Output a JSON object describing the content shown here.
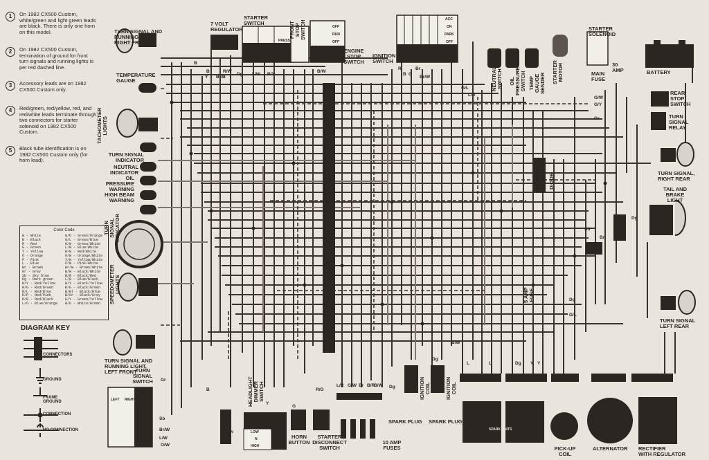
{
  "notes": [
    {
      "num": "1",
      "text": "On 1982 CX500 Custom, white/green and light green leads are black. There is only one horn on this model."
    },
    {
      "num": "2",
      "text": "On 1982 CX500 Custom, termination of ground for front turn signals and running lights is per red dashed line."
    },
    {
      "num": "3",
      "text": "Accessory leads are on 1982 CX500 Custom only."
    },
    {
      "num": "4",
      "text": "Red/green, red/yellow, red, and red/white leads terminate through two connectors for starter solenoid on 1982 CX500 Custom."
    },
    {
      "num": "5",
      "text": "Black tube identification is on 1982 CX500 Custom only (for horn lead)."
    }
  ],
  "color_code": {
    "title": "Color Code",
    "left": [
      "W    - White",
      "B    - Black",
      "R    - Red",
      "G    - Green",
      "Y    - Yellow",
      "O    - Orange",
      "P    - Pink",
      "L    - Blue",
      "Br   - Brown",
      "Gr   - Grey",
      "Sb   - Sky blue",
      "Dg   - Dark green",
      "R/Y  - Red/Yellow",
      "R/G  - Red/Green",
      "R/L  - Red/Blue",
      "R/P  - Red/Pink",
      "R/B  - Red/Black",
      "L/O  - Blue/Orange"
    ],
    "right": [
      "G/O  - Green/Orange",
      "G/L  - Green/Blue",
      "G/W  - Green/White",
      "L/W  - Blue/White",
      "R/W  - Red/White",
      "O/W  - Orange/White",
      "Y/W  - Yellow/White",
      "P/W  - Pink/White",
      "Br/W - Brown/White",
      "B/W  - Black/White",
      "B/R  - Black/Red",
      "L/B  - Blue/Black",
      "B/Y  - Black/Yellow",
      "B/G  - Black/Green",
      "B/Bl - Black/Blue",
      "B/Gr - Black/Grey",
      "G/Y  - Green/Yellow",
      "W/G  - White/Green"
    ]
  },
  "key": {
    "title": "DIAGRAM KEY",
    "items": [
      "CONNECTORS",
      "GROUND",
      "FRAME GROUND",
      "CONNECTION",
      "NO CONNECTION"
    ]
  },
  "labels": {
    "ts_front_right": "TURN SIGNAL AND\nRUNNING LIGHT,\nRIGHT FRONT",
    "temp_gauge": "TEMPERATURE\nGAUGE",
    "tach_lights": "TACHOMETER\nLIGHTS",
    "ts_indicator": "TURN SIGNAL\nINDICATOR",
    "neutral_indicator": "NEUTRAL\nINDICATOR",
    "oil_warning": "OIL\nPRESSURE\nWARNING",
    "high_beam": "HIGH BEAM\nWARNING",
    "ts_indicator2": "TURN\nSIGNAL\nINDICATOR",
    "speedo_lights": "SPEEDOMETER\nLIGHTS",
    "ts_front_left": "TURN SIGNAL AND\nRUNNING LIGHT,\nLEFT FRONT",
    "ts_switch": "TURN\nSIGNAL\nSWITCH",
    "regulator": "7 VOLT\nREGULATOR",
    "starter_switch": "STARTER\nSWITCH",
    "front_stop": "FRONT\nSTOP\nSWITCH",
    "engine_stop": "ENGINE\nSTOP\nSWITCH",
    "ignition_switch": "IGNITION\nSWITCH",
    "neutral_switch": "NEUTRAL\nSWITCH",
    "oil_switch": "OIL\nPRESSURE\nSWITCH",
    "temp_sender": "TEMP\nGAUGE\nSENDER",
    "starter_motor": "STARTER\nMOTOR",
    "starter_solenoid": "STARTER\nSOLENOID",
    "main_fuse": "MAIN\nFUSE",
    "amp30": "30\nAMP",
    "battery": "BATTERY",
    "rear_stop": "REAR\nSTOP\nSWITCH",
    "ts_relay": "TURN\nSIGNAL\nRELAY",
    "ts_right_rear": "TURN SIGNAL,\nRIGHT REAR",
    "tail_brake": "TAIL AND\nBRAKE\nLIGHT",
    "ts_left_rear": "TURN SIGNAL\nLEFT REAR",
    "diode": "DIODE",
    "fuse5": "5 AMP\nFUSE",
    "headlight_dimmer": "HEADLIGHT\nDIMMER\nSWITCH",
    "horn_button": "HORN\nBUTTON",
    "starter_disconnect": "STARTER\nDISCONNECT\nSWITCH",
    "fuses10": "10 AMP\nFUSES",
    "spark_plug": "SPARK PLUG",
    "ignition_coil": "IGNITION\nCOIL",
    "spark_units": "SPARK UNITS",
    "pickup_coil": "PICK-UP\nCOIL",
    "alternator": "ALTERNATOR",
    "rectifier": "RECTIFIER\nWITH REGULATOR",
    "press": "PRESS",
    "horn": "HORN",
    "acc": "ACC",
    "on": "ON",
    "park": "PARK",
    "off": "OFF",
    "off2": "OFF",
    "run": "RUN",
    "off3": "OFF",
    "low": "LOW",
    "n": "N",
    "high": "HIGH",
    "left": "LEFT",
    "right": "RIGHT"
  },
  "wire_codes": [
    {
      "id": "w1",
      "text": "B"
    },
    {
      "id": "w2",
      "text": "B"
    },
    {
      "id": "w3",
      "text": "R/W"
    },
    {
      "id": "w4",
      "text": "Y"
    },
    {
      "id": "w5",
      "text": "Br/B"
    },
    {
      "id": "w6",
      "text": "Dg"
    },
    {
      "id": "w7",
      "text": "L/W"
    },
    {
      "id": "w8",
      "text": "R/Y"
    },
    {
      "id": "w9",
      "text": "B/W"
    },
    {
      "id": "w10",
      "text": "R"
    },
    {
      "id": "w11",
      "text": "B"
    },
    {
      "id": "w12",
      "text": "G"
    },
    {
      "id": "w13",
      "text": "Br"
    },
    {
      "id": "w14",
      "text": "Br/W"
    },
    {
      "id": "w15",
      "text": "G/L"
    },
    {
      "id": "w16",
      "text": "L/R"
    },
    {
      "id": "w17",
      "text": "G/W"
    },
    {
      "id": "w18",
      "text": "G/Y"
    },
    {
      "id": "w19",
      "text": "Gr"
    },
    {
      "id": "w20",
      "text": "Sb"
    },
    {
      "id": "w21",
      "text": "Br"
    },
    {
      "id": "w22",
      "text": "Dg"
    },
    {
      "id": "w23",
      "text": "G/Y"
    },
    {
      "id": "w24",
      "text": "G/Y"
    },
    {
      "id": "w25",
      "text": "Dg"
    },
    {
      "id": "w26",
      "text": "G/L"
    },
    {
      "id": "w27",
      "text": "B/W"
    },
    {
      "id": "w28",
      "text": "L/R"
    },
    {
      "id": "w29",
      "text": "G/W"
    },
    {
      "id": "w30",
      "text": "Br"
    },
    {
      "id": "w31",
      "text": "B/R"
    },
    {
      "id": "w32",
      "text": "B/W"
    },
    {
      "id": "w33",
      "text": "Gr"
    },
    {
      "id": "w34",
      "text": "Sb"
    },
    {
      "id": "w35",
      "text": "Br/W"
    },
    {
      "id": "w36",
      "text": "L/W"
    },
    {
      "id": "w37",
      "text": "O/W"
    },
    {
      "id": "w38",
      "text": "G"
    },
    {
      "id": "w39",
      "text": "Y"
    },
    {
      "id": "w40",
      "text": "L"
    },
    {
      "id": "w41",
      "text": "L"
    },
    {
      "id": "w42",
      "text": "Dg"
    },
    {
      "id": "w43",
      "text": "Y"
    },
    {
      "id": "w44",
      "text": "Y"
    },
    {
      "id": "w45",
      "text": "R/G"
    },
    {
      "id": "w46",
      "text": "Dg"
    },
    {
      "id": "w47",
      "text": "Dg"
    },
    {
      "id": "w48",
      "text": "B"
    }
  ]
}
